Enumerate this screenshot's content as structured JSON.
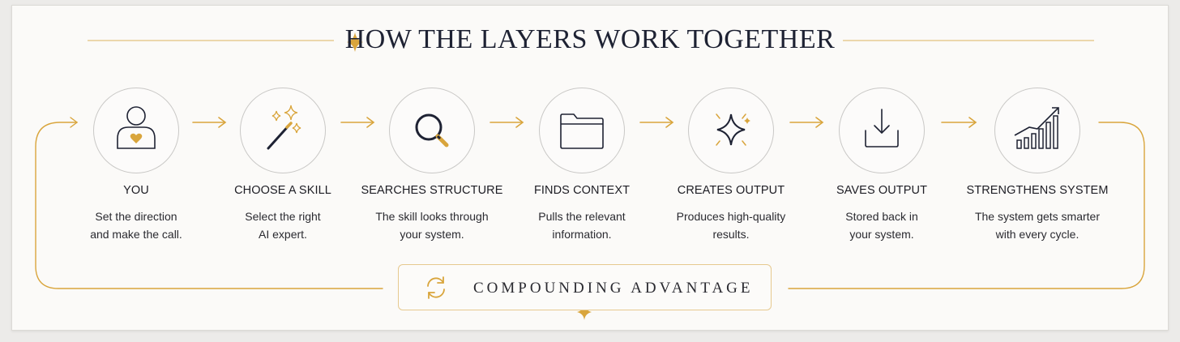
{
  "title": "HOW THE LAYERS WORK TOGETHER",
  "colors": {
    "gold": "#d9a53c",
    "ink": "#1e2233",
    "circle_border": "#c9c8c6"
  },
  "steps": [
    {
      "icon": "person-heart-icon",
      "title": "YOU",
      "description": "Set the direction\nand make the call."
    },
    {
      "icon": "magic-wand-icon",
      "title": "CHOOSE A SKILL",
      "description": "Select the right\nAI expert."
    },
    {
      "icon": "magnifier-icon",
      "title": "SEARCHES STRUCTURE",
      "description": "The skill looks through\nyour system."
    },
    {
      "icon": "folder-icon",
      "title": "FINDS CONTEXT",
      "description": "Pulls the relevant\ninformation."
    },
    {
      "icon": "sparkle-icon",
      "title": "CREATES OUTPUT",
      "description": "Produces high-quality\nresults."
    },
    {
      "icon": "download-tray-icon",
      "title": "SAVES OUTPUT",
      "description": "Stored back in\nyour system."
    },
    {
      "icon": "growth-chart-icon",
      "title": "STRENGTHENS SYSTEM",
      "description": "The system gets smarter\nwith every cycle."
    }
  ],
  "banner": {
    "icon": "refresh-cycle-icon",
    "label": "COMPOUNDING ADVANTAGE"
  }
}
